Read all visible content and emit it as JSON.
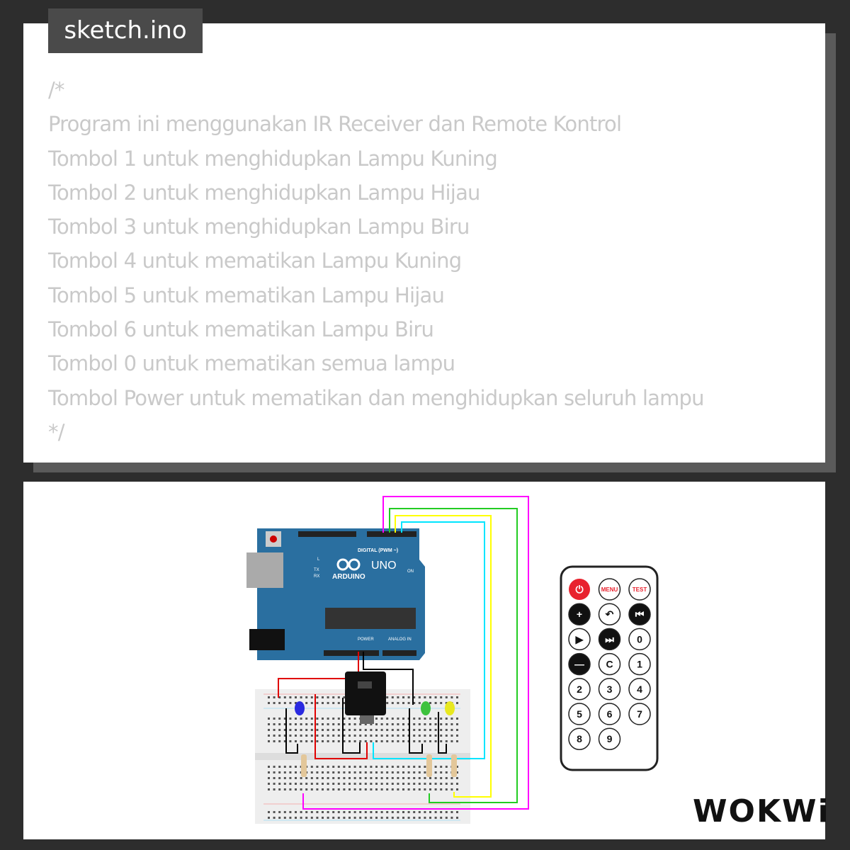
{
  "title": "sketch.ino",
  "code_lines": [
    "/*",
    "Program ini menggunakan IR Receiver dan Remote Kontrol",
    "Tombol 1 untuk menghidupkan Lampu Kuning",
    "Tombol 2 untuk menghidupkan Lampu Hijau",
    "Tombol 3 untuk menghidupkan Lampu Biru",
    "Tombol 4 untuk mematikan Lampu Kuning",
    "Tombol 5 untuk mematikan Lampu Hijau",
    "Tombol 6 untuk mematikan Lampu Biru",
    "Tombol 0 untuk mematikan semua lampu",
    "Tombol Power untuk mematikan dan menghidupkan seluruh lampu",
    "*/"
  ],
  "arduino": {
    "brand": "ARDUINO",
    "model": "UNO",
    "digital_label": "DIGITAL (PWM ~)",
    "power_label": "POWER",
    "analog_label": "ANALOG IN",
    "on_label": "ON",
    "tx": "TX",
    "rx": "RX",
    "l": "L"
  },
  "remote": {
    "buttons": [
      {
        "label": "power-icon",
        "style": "red"
      },
      {
        "label": "MENU",
        "style": "menu"
      },
      {
        "label": "TEST",
        "style": "test"
      },
      {
        "label": "+",
        "style": "dark"
      },
      {
        "label": "↶",
        "style": "light"
      },
      {
        "label": "⏮",
        "style": "dark"
      },
      {
        "label": "▶",
        "style": "light"
      },
      {
        "label": "⏭",
        "style": "dark"
      },
      {
        "label": "0",
        "style": "light"
      },
      {
        "label": "—",
        "style": "dark"
      },
      {
        "label": "C",
        "style": "light"
      },
      {
        "label": "1",
        "style": "light"
      },
      {
        "label": "2",
        "style": "light"
      },
      {
        "label": "3",
        "style": "light"
      },
      {
        "label": "4",
        "style": "light"
      },
      {
        "label": "5",
        "style": "light"
      },
      {
        "label": "6",
        "style": "light"
      },
      {
        "label": "7",
        "style": "light"
      },
      {
        "label": "8",
        "style": "light"
      },
      {
        "label": "9",
        "style": "light"
      }
    ]
  },
  "leds": [
    {
      "color": "blue",
      "hex": "#2a2ae0"
    },
    {
      "color": "green",
      "hex": "#3dc23d"
    },
    {
      "color": "yellow",
      "hex": "#e8e820"
    }
  ],
  "wires": {
    "magenta": "#ff00ff",
    "green": "#22cc22",
    "yellow": "#ffff00",
    "cyan": "#00e5ff",
    "red": "#e00000",
    "black": "#000000"
  },
  "logo": "WOKWi"
}
